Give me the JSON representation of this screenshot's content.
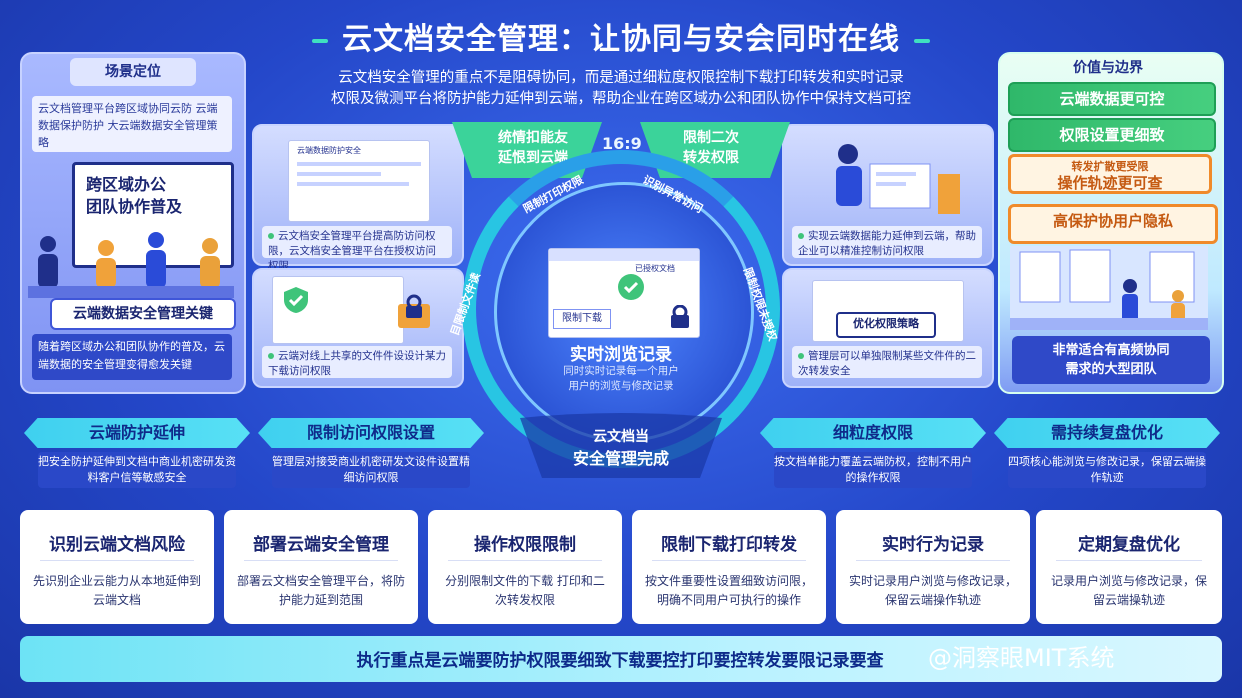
{
  "header": {
    "title": "云文档安全管理：让协同与安会同时在线",
    "subtitle_line1": "云文档安全管理的重点不是阻碍协同，而是通过细粒度权限控制下载打印转发和实时记录",
    "subtitle_line2": "权限及微测平台将防护能力延伸到云端，帮助企业在跨区域办公和团队协作中保持文档可控"
  },
  "left_panel": {
    "heading": "场景定位",
    "intro": "云文档管理平台跨区域协同云防 云端数据保护防护 大云端数据安全管理策略",
    "board_line1": "跨区域办公",
    "board_line2": "团队协作普及",
    "banner": "云端数据安全管理关键",
    "footer": "随着跨区域办公和团队协作的普及，云端数据的安全管理变得愈发关键"
  },
  "right_panel": {
    "heading": "价值与边界",
    "items": [
      "云端数据更可控",
      "权限设置更细致",
      "操作轨迹更可查",
      "高保护协用户隐私"
    ],
    "orange_small": "转发扩散更受限",
    "footer_line1": "非常适合有高频协同",
    "footer_line2": "需求的大型团队"
  },
  "center": {
    "ratio": "16:9",
    "top_left": "统情扣能友\n延恨到云端",
    "top_right": "限制二次\n转发权限",
    "arc_top_left": "限制打印权限",
    "arc_top_right": "识别异常访问",
    "arc_left": "目限制文件读",
    "arc_right": "限制权限未授权",
    "circle_title": "实时浏览记录",
    "circle_sub": "同时实时记录每一个用户用户的浏览与修改记录",
    "doc_label": "限制下载",
    "doc_tag": "已授权文档",
    "bottom_line1": "云文档当",
    "bottom_line2": "安全管理完成",
    "card_tl_caption": "云文档安全管理平台提高防访问权限，云文档安全管理平台在授权访问权限",
    "card_tl_doc": "云端数据防护安全",
    "card_bl_caption": "云端对线上共享的文件件设设计某力下载访问权限",
    "card_tr_caption": "实现云端数据能力延伸到云端，帮助企业可以精准控制访问权限",
    "card_br_caption": "管理层可以单独限制某些文件件的二次转发安全",
    "card_br_label": "优化权限策略"
  },
  "chevrons": [
    {
      "title": "云端防护延伸",
      "desc": "把安全防护延伸到文档中商业机密研发资料客户信等敏感安全"
    },
    {
      "title": "限制访问权限设置",
      "desc": "管理层对接受商业机密研发文设件设置精细访问权限"
    },
    {
      "title": "细粒度权限",
      "desc": "按文档单能力覆盖云端防权，控制不用户的操作权限"
    },
    {
      "title": "需持续复盘优化",
      "desc": "四项核心能浏览与修改记录，保留云端操作轨迹"
    }
  ],
  "steps": [
    {
      "title": "识别云端文档风险",
      "desc": "先识别企业云能力从本地延伸到云端文档"
    },
    {
      "title": "部署云端安全管理",
      "desc": "部署云文档安全管理平台，将防护能力延到范围"
    },
    {
      "title": "操作权限限制",
      "desc": "分别限制文件的下载 打印和二次转发权限"
    },
    {
      "title": "限制下载打印转发",
      "desc": "按文件重要性设置细致访问限，明确不同用户可执行的操作"
    },
    {
      "title": "实时行为记录",
      "desc": "实时记录用户浏览与修改记录，保留云端操作轨迹"
    },
    {
      "title": "定期复盘优化",
      "desc": "记录用户浏览与修改记录，保留云端操轨迹"
    }
  ],
  "footer": {
    "text": "执行重点是云端要防护权限要细致下载要控打印要控转发要限记录要查",
    "watermark": "@洞察眼MIT系统"
  },
  "colors": {
    "background": "#2447c9",
    "accent_cyan": "#3fd0ef",
    "green": "#2fb86a",
    "orange": "#f08a2a"
  }
}
